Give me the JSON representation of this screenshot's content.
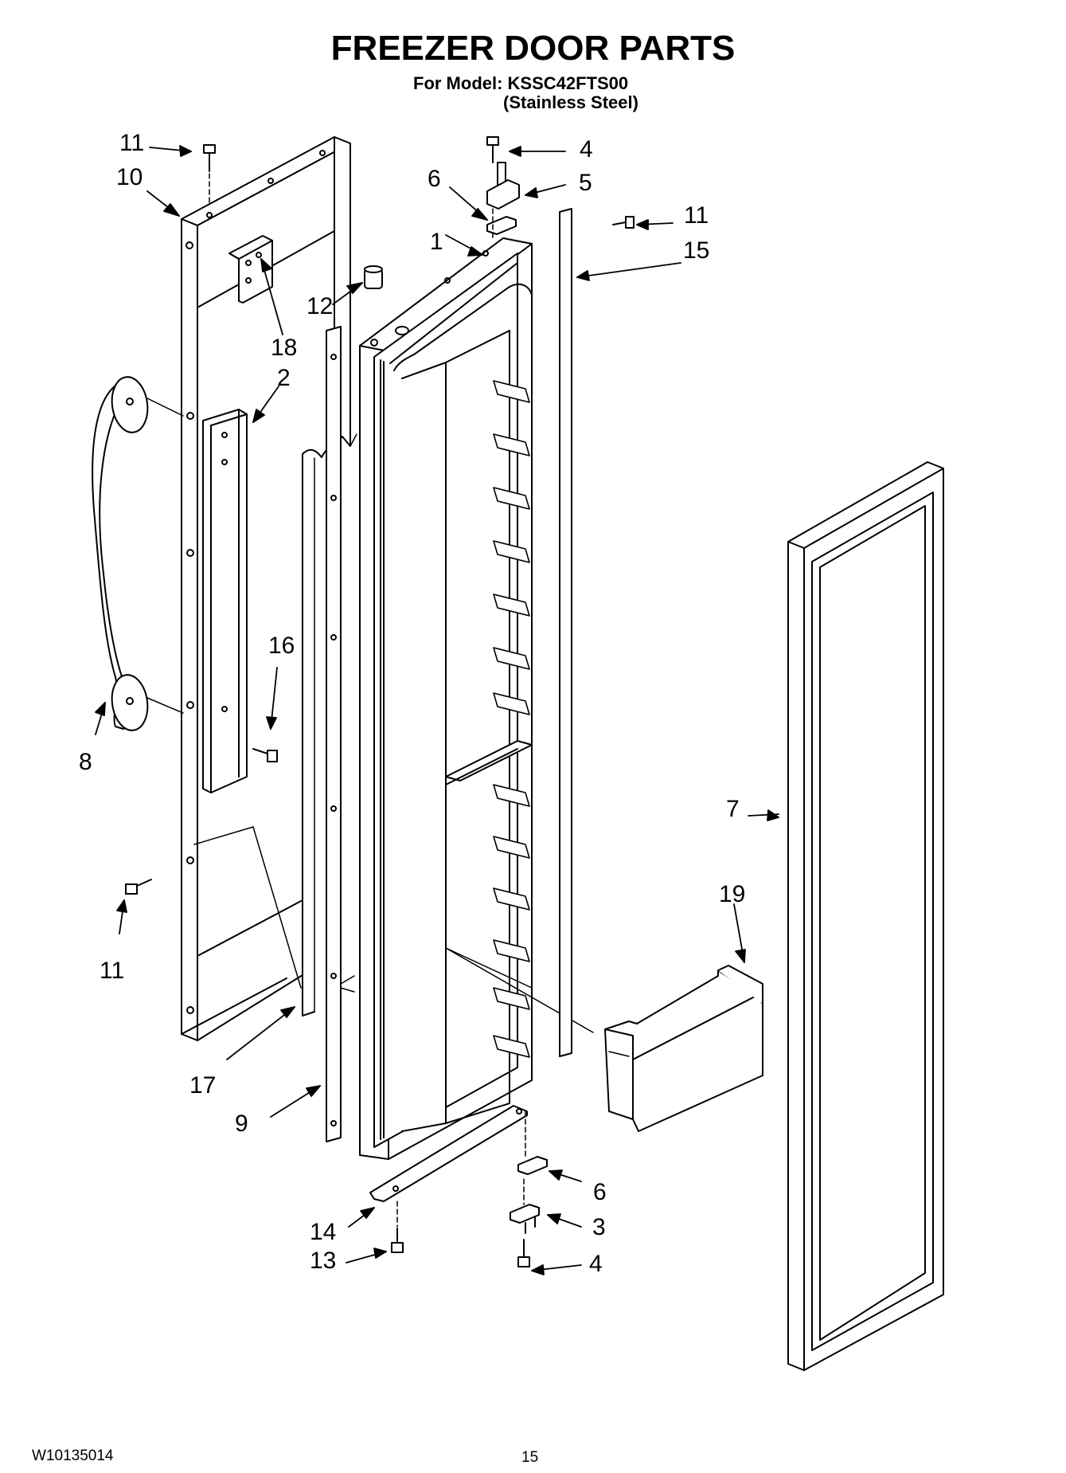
{
  "header": {
    "title": "FREEZER DOOR PARTS",
    "model_line": "For Model: KSSC42FTS00",
    "finish_line": "(Stainless Steel)"
  },
  "callouts": [
    "11",
    "10",
    "4",
    "6",
    "5",
    "11",
    "15",
    "1",
    "12",
    "18",
    "2",
    "16",
    "8",
    "11",
    "17",
    "9",
    "7",
    "19",
    "6",
    "3",
    "14",
    "13",
    "4"
  ],
  "footer": {
    "doc_number": "W10135014",
    "page_number": "15"
  }
}
